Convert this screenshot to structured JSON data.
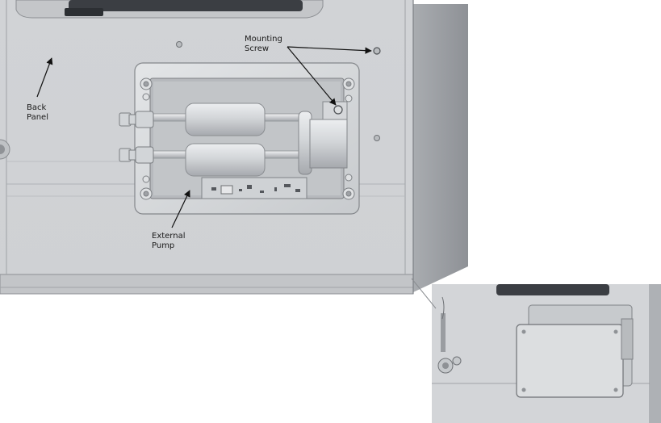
{
  "labels": {
    "back_panel": {
      "line1": "Back",
      "line2": "Panel"
    },
    "mounting_screw": {
      "line1": "Mounting",
      "line2": "Screw"
    },
    "external_pump": {
      "line1": "External",
      "line2": "Pump"
    }
  },
  "colors": {
    "panel": "#d4d6d9",
    "panel_shadow": "#9a9da2",
    "enclosure": "#d8dadc",
    "cylinder": "#c9ccd0",
    "dark_part": "#3a3d42",
    "label_text": "#1a1a1a"
  }
}
